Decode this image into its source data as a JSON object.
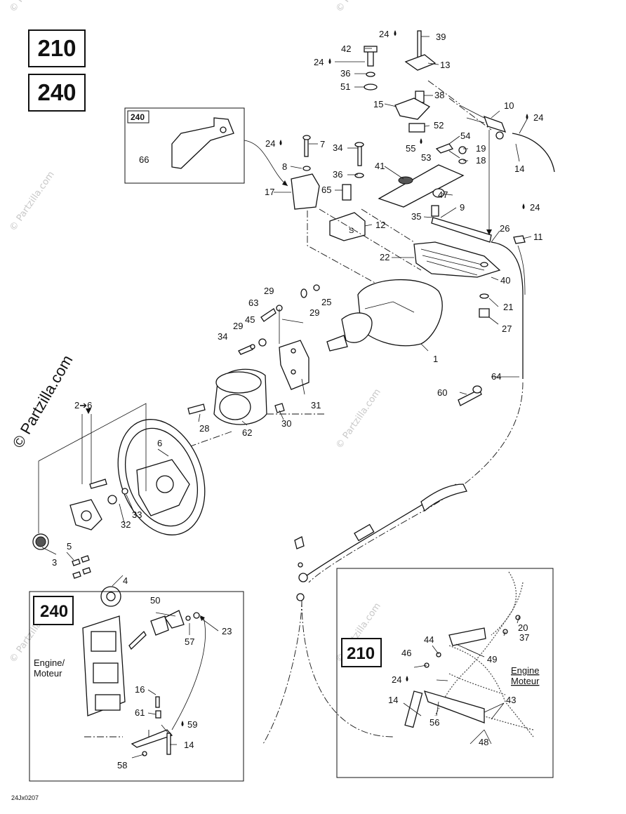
{
  "models": {
    "a": "210",
    "b": "240"
  },
  "insets": {
    "top_inset": "240",
    "left_inset": "240",
    "right_inset": "210"
  },
  "engine_labels": {
    "left": [
      "Engine/",
      "Moteur"
    ],
    "right": [
      "Engine",
      "Moteur"
    ]
  },
  "figure_code": "24Jx0207",
  "watermark": "© Partzilla.com",
  "callouts": [
    "1",
    "2➔6",
    "3",
    "4",
    "5",
    "6",
    "7",
    "8",
    "9",
    "10",
    "11",
    "12",
    "13",
    "14",
    "14",
    "14",
    "15",
    "16",
    "17",
    "18",
    "19",
    "20",
    "21",
    "22",
    "23",
    "24",
    "24",
    "24",
    "24",
    "24",
    "24",
    "25",
    "26",
    "27",
    "28",
    "29",
    "29",
    "29",
    "30",
    "31",
    "32",
    "33",
    "34",
    "34",
    "35",
    "36",
    "36",
    "37",
    "38",
    "39",
    "40",
    "41",
    "42",
    "43",
    "44",
    "45",
    "46",
    "47",
    "48",
    "49",
    "50",
    "51",
    "52",
    "53",
    "54",
    "55",
    "56",
    "57",
    "58",
    "59",
    "60",
    "61",
    "62",
    "63",
    "64",
    "65",
    "66"
  ]
}
